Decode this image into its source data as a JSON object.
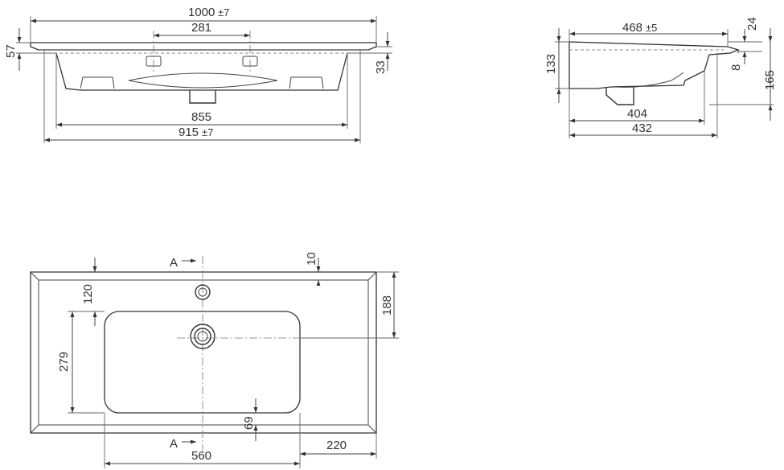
{
  "front_view": {
    "overall_width": "1000",
    "overall_width_tol": "±7",
    "tap_spacing": "281",
    "top_thickness": "57",
    "rim_offset": "33",
    "inner_width": "855",
    "base_width": "915",
    "base_width_tol": "±7"
  },
  "side_view": {
    "depth": "468",
    "depth_tol": "±5",
    "top_height": "24",
    "edge_height": "8",
    "total_height": "165",
    "body_height": "133",
    "bowl_depth": "404",
    "base_depth": "432"
  },
  "plan_view": {
    "section_marker_top": "A",
    "section_marker_bottom": "A",
    "edge_offset": "10",
    "center_offset": "188",
    "tap_distance": "120",
    "bowl_depth": "279",
    "drain_offset": "69",
    "bowl_width": "560",
    "side_margin": "220"
  }
}
